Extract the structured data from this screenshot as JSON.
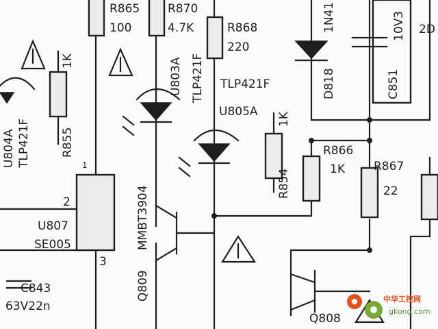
{
  "labels": {
    "r865": "R865",
    "r865_val": "100",
    "r870": "R870",
    "r870_val": "4.7K",
    "r868": "R868",
    "r868_val": "220",
    "d818_part": "1N41",
    "d818": "D818",
    "c851_val": "10V3",
    "c851": "C851",
    "edge_2d": "2D",
    "u804a": "U804A",
    "tlp421f_left": "TLP421F",
    "r855_val": "1K",
    "r855": "R855",
    "u803a": "U803A",
    "tlp421f_mid": "TLP421F",
    "tlp421f_top": "TLP421F",
    "u805a": "U805A",
    "r854_val": "1K",
    "r854": "R854",
    "r866": "R866",
    "r866_val": "1K",
    "r867": "R867",
    "r867_val": "22",
    "q809_part": "MMBT3904",
    "q809": "Q809",
    "u807": "U807",
    "se005": "SE005",
    "pin1": "1",
    "pin2": "2",
    "pin3": "3",
    "c843": "C843",
    "c843_val": "63V22n",
    "q808": "Q808"
  },
  "watermark": {
    "text_cn": "中华工控网",
    "url": "gkong.com",
    "color_primary": "#e0521d",
    "color_secondary": "#5b8f2c"
  },
  "colors": {
    "ink": "#1f1f1f",
    "paper": "#fafafa"
  }
}
